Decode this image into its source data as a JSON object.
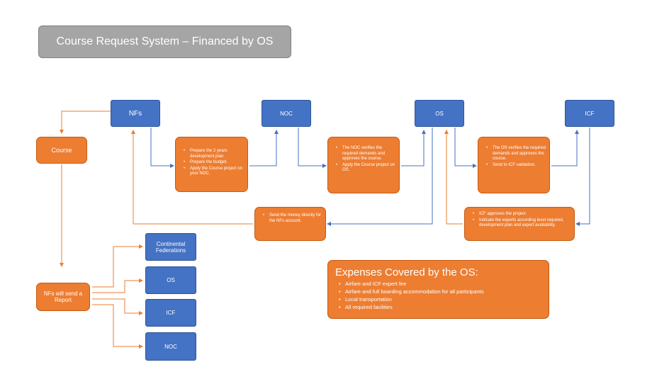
{
  "title": "Course Request System – Financed by OS",
  "nodes": {
    "nfs": "NFs",
    "noc": "NOC",
    "os": "OS",
    "icf": "ICF",
    "course": "Course",
    "report": "NFs will send a Report",
    "continental": "Continental Federations",
    "report_os": "OS",
    "report_icf": "ICF",
    "report_noc": "NOC"
  },
  "steps": {
    "step1": [
      "Prepare the 2 years development plan.",
      "Prepare the budget.",
      "Apply the Course project on your NOC."
    ],
    "step2": [
      "The NOC verifies the required demands and approves the course.",
      "Apply the Course project on OS."
    ],
    "step3": [
      "The OS verifies the required demands and approves the course.",
      "Send to ICF validation."
    ],
    "step4": [
      "ICF approves the project.",
      "Indicate the experts according level required, development plan and expert availability."
    ],
    "step5": [
      "Send the money directly for the NFs account."
    ]
  },
  "expenses": {
    "title": "Expenses Covered by the OS:",
    "items": [
      "Airfare and ICF expert fee",
      "Airfare and full boarding accommodation for all participants",
      "Local transportation",
      "All required facilities"
    ]
  },
  "colors": {
    "blue": "#4472c4",
    "orange": "#ed7d31",
    "gray": "#a5a5a5"
  }
}
